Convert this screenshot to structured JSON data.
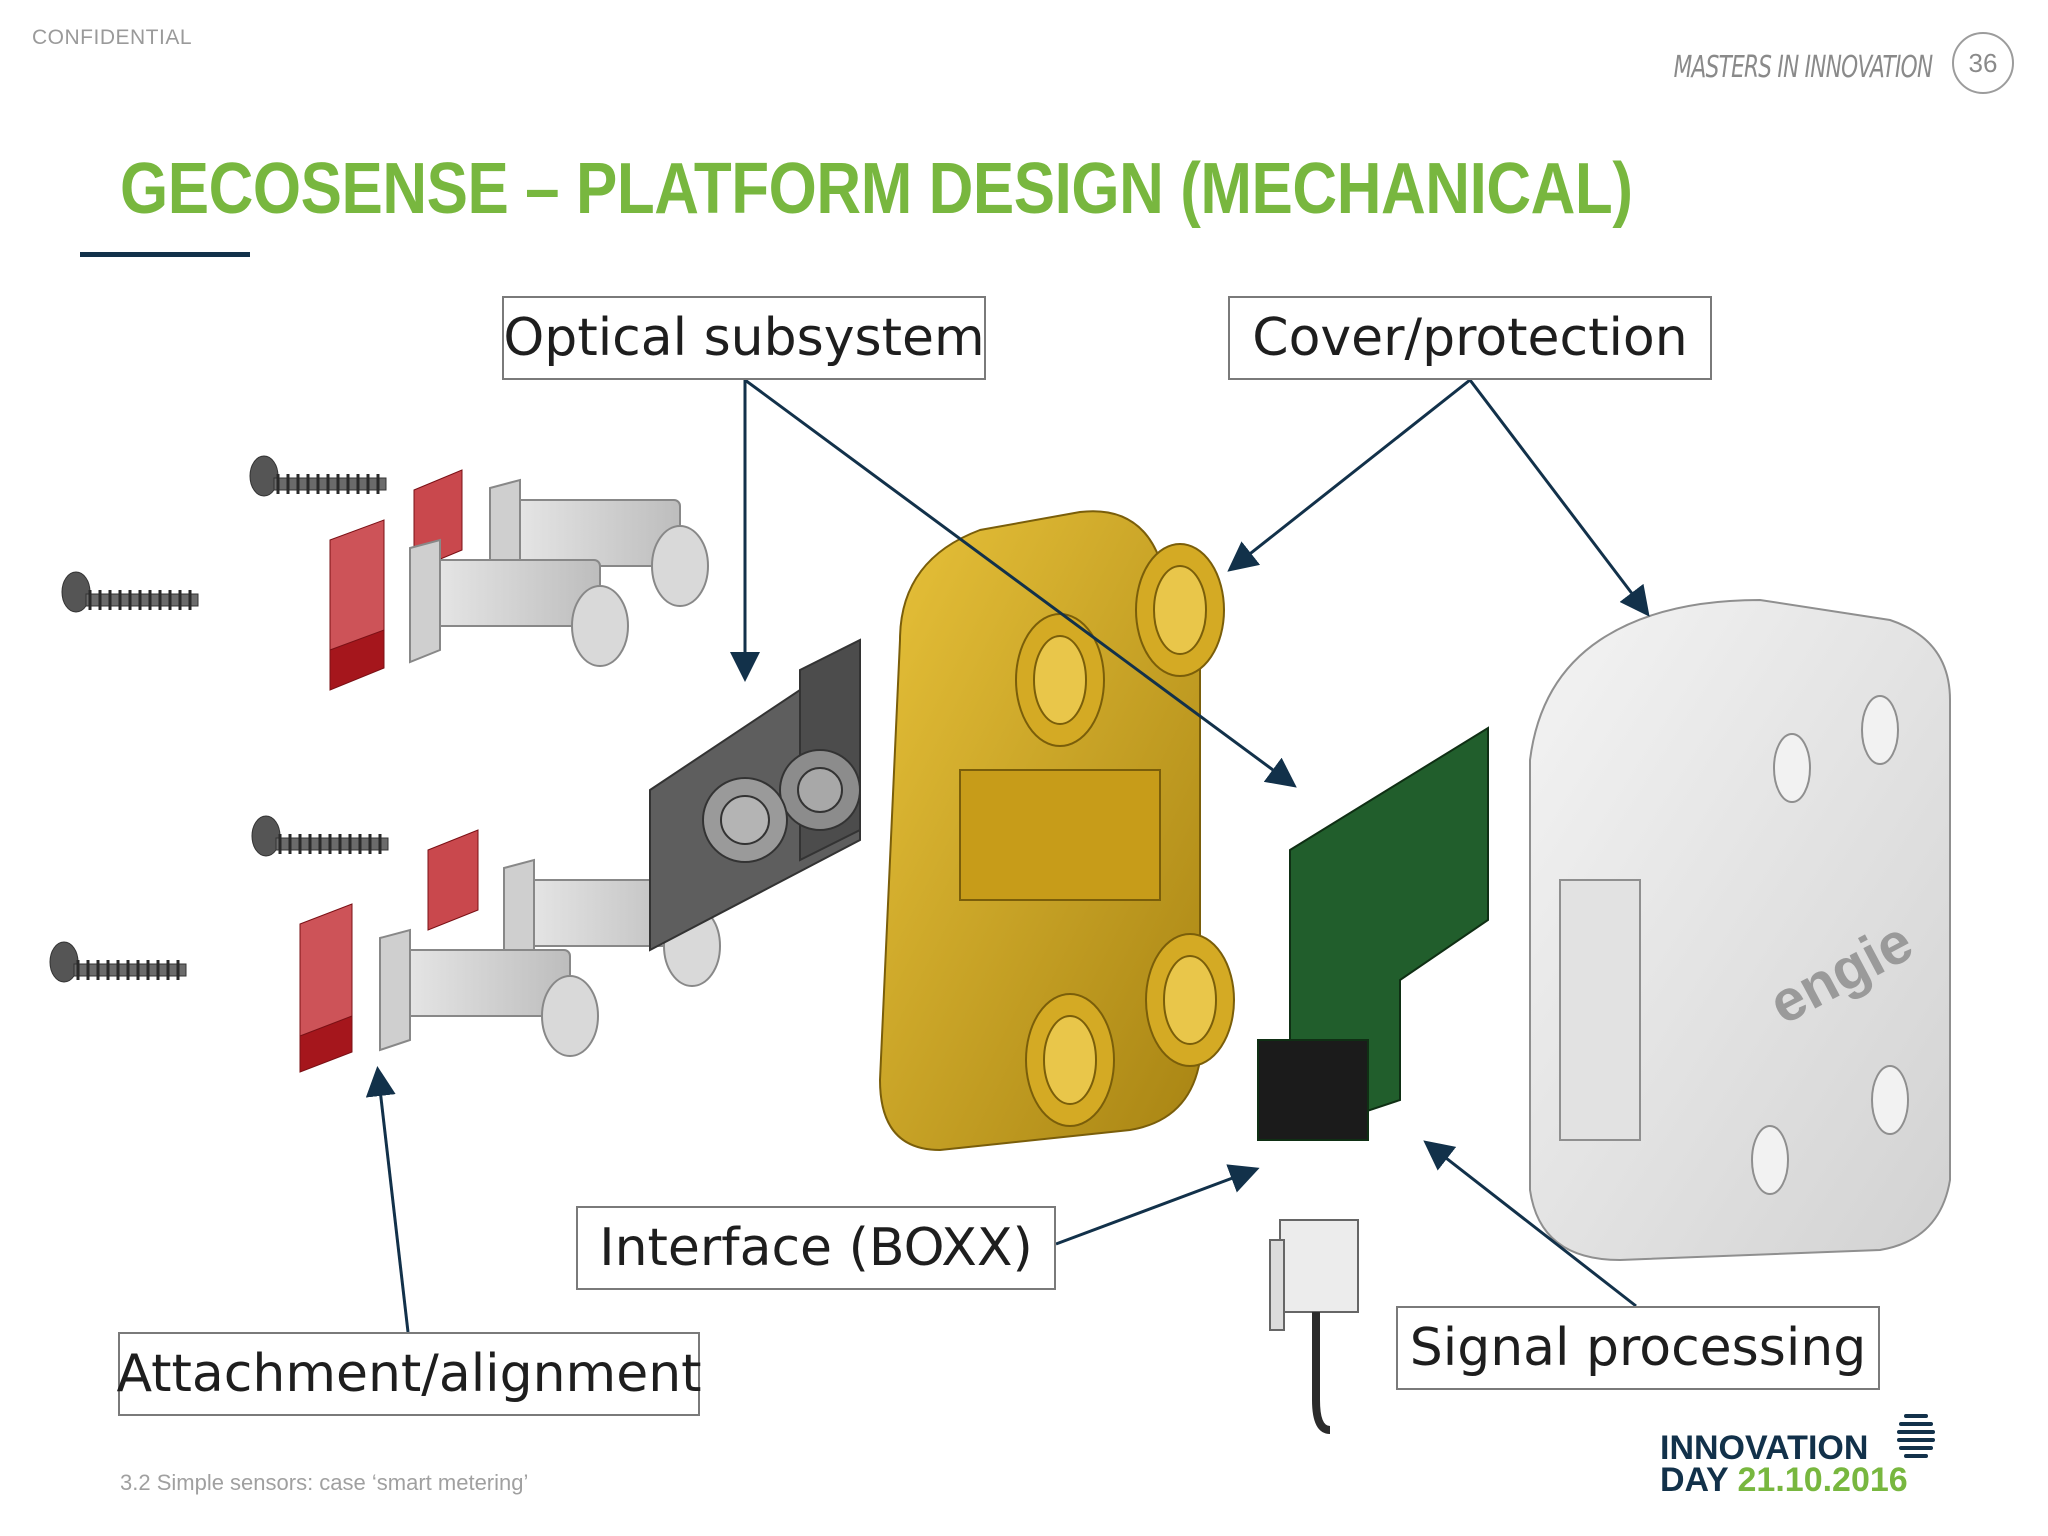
{
  "header": {
    "confidential": "CONFIDENTIAL",
    "tagline": "MASTERS IN INNOVATION",
    "page_number": "36"
  },
  "title": "GECOSENSE – PLATFORM DESIGN (MECHANICAL)",
  "labels": {
    "optical": "Optical subsystem",
    "cover": "Cover/protection",
    "interface": "Interface (BOXX)",
    "attachment": "Attachment/alignment",
    "signal": "Signal processing"
  },
  "logo_text": "engie",
  "footer": {
    "section": "3.2 Simple sensors: case ‘smart metering’",
    "event_line1": "INNOVATION",
    "event_line2_prefix": "DAY",
    "event_date": "21.10.2016"
  },
  "colors": {
    "title_green": "#78b73f",
    "navy": "#12314a",
    "gold": "#c9a11c",
    "pcb_green": "#1f5a2a",
    "red_tab": "#b3191f"
  }
}
